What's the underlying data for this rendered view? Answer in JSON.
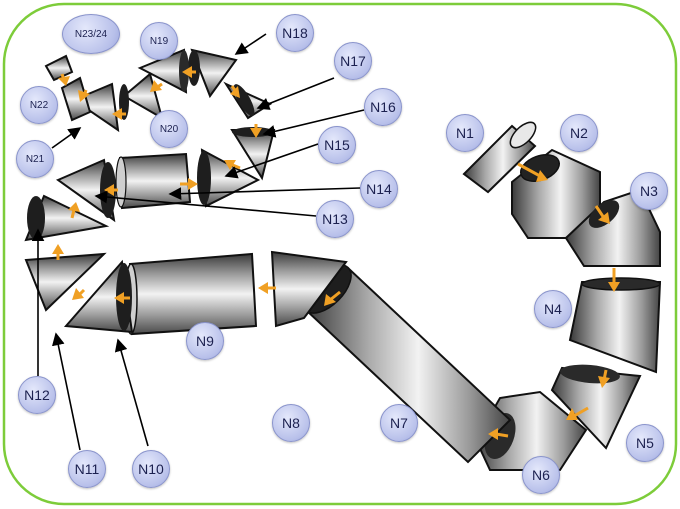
{
  "colors": {
    "frame": "#7dcc3a",
    "arrow": "#f0a024",
    "label_fill": "#c6cdf0",
    "label_text": "#1c2150",
    "pointer": "#000000"
  },
  "nodes": [
    {
      "id": "n1",
      "label": "N1"
    },
    {
      "id": "n2",
      "label": "N2"
    },
    {
      "id": "n3",
      "label": "N3"
    },
    {
      "id": "n4",
      "label": "N4"
    },
    {
      "id": "n5",
      "label": "N5"
    },
    {
      "id": "n6",
      "label": "N6"
    },
    {
      "id": "n7",
      "label": "N7"
    },
    {
      "id": "n8",
      "label": "N8"
    },
    {
      "id": "n9",
      "label": "N9"
    },
    {
      "id": "n10",
      "label": "N10"
    },
    {
      "id": "n11",
      "label": "N11"
    },
    {
      "id": "n12",
      "label": "N12"
    },
    {
      "id": "n13",
      "label": "N13"
    },
    {
      "id": "n14",
      "label": "N14"
    },
    {
      "id": "n15",
      "label": "N15"
    },
    {
      "id": "n16",
      "label": "N16"
    },
    {
      "id": "n17",
      "label": "N17"
    },
    {
      "id": "n18",
      "label": "N18"
    },
    {
      "id": "n19",
      "label": "N19"
    },
    {
      "id": "n20",
      "label": "N20"
    },
    {
      "id": "n21",
      "label": "N21"
    },
    {
      "id": "n22",
      "label": "N22"
    },
    {
      "id": "n2324",
      "label": "N23/24"
    }
  ]
}
